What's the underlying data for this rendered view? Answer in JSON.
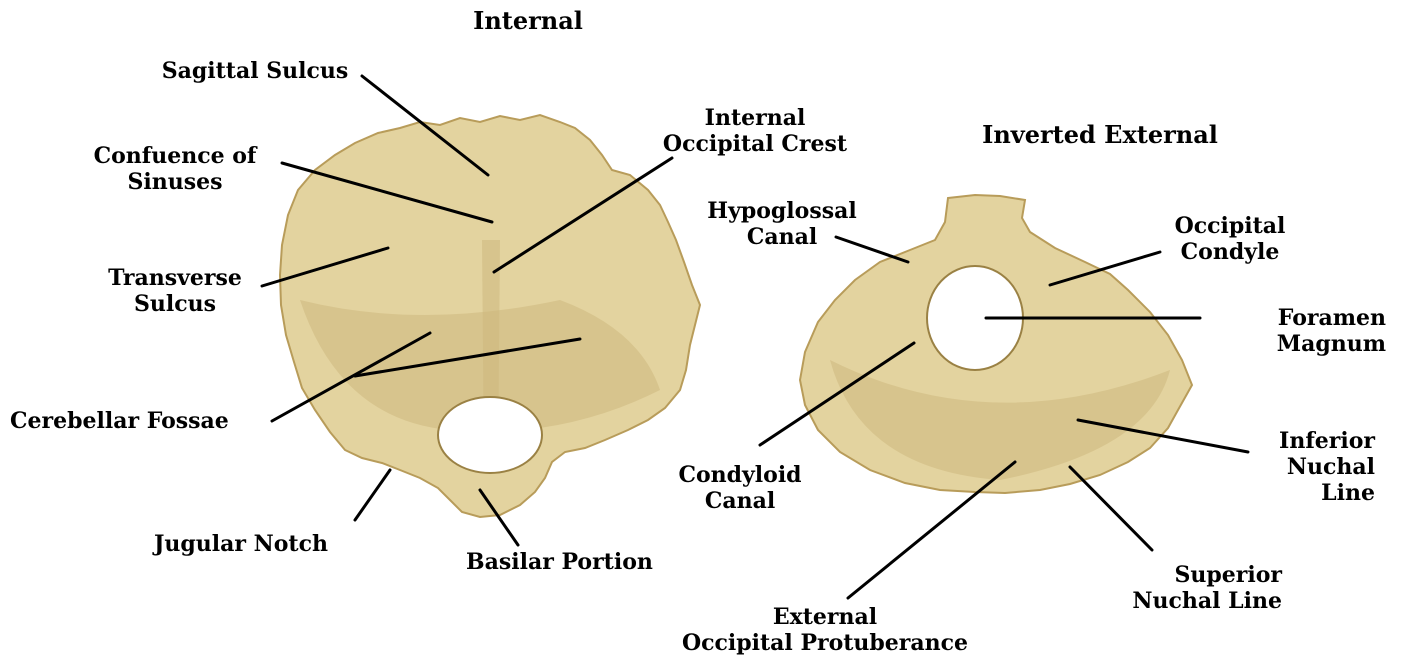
{
  "titles": {
    "internal": "Internal",
    "external": "Inverted External"
  },
  "labels": {
    "sagittal_sulcus": "Sagittal Sulcus",
    "confluence_1": "Confuence of",
    "confluence_2": "Sinuses",
    "transverse_1": "Transverse",
    "transverse_2": "Sulcus",
    "cerebellar_fossae": "Cerebellar Fossae",
    "jugular_notch": "Jugular Notch",
    "basilar_portion": "Basilar Portion",
    "internal_crest_1": "Internal",
    "internal_crest_2": "Occipital Crest",
    "hypoglossal_1": "Hypoglossal",
    "hypoglossal_2": "Canal",
    "occipital_condyle_1": "Occipital",
    "occipital_condyle_2": "Condyle",
    "foramen_1": "Foramen",
    "foramen_2": "Magnum",
    "inferior_nuchal_1": "Inferior",
    "inferior_nuchal_2": "Nuchal",
    "inferior_nuchal_3": "Line",
    "superior_nuchal_1": "Superior",
    "superior_nuchal_2": "Nuchal  Line",
    "condyloid_1": "Condyloid",
    "condyloid_2": "Canal",
    "external_protuberance_1": "External",
    "external_protuberance_2": "Occipital Protuberance"
  },
  "colors": {
    "bone": "#e3d39f",
    "bone_edge": "#b89c5a",
    "leader": "#000000",
    "background": "#ffffff"
  }
}
